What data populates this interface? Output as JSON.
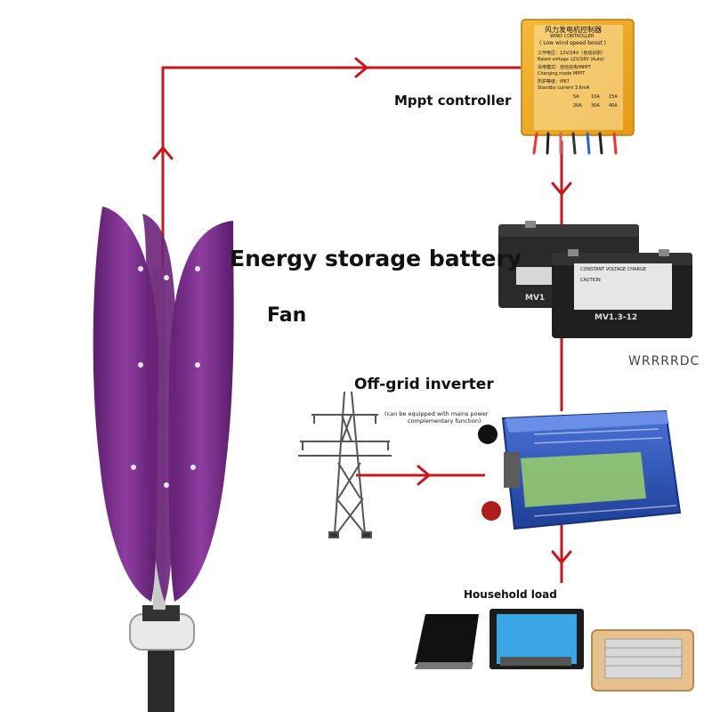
{
  "labels": {
    "controller": "Mppt controller",
    "battery": "Energy storage battery",
    "fan": "Fan",
    "inverter": "Off-grid inverter",
    "inverter_note_1": "(can be equipped with mains power",
    "inverter_note_2": "complementary function)",
    "load": "Household load"
  },
  "controller_panel": {
    "title_cn": "风力发电机控制器",
    "title_en": "WIND CONTROLLER",
    "subtitle": "( Low wind speed boost )",
    "line1": "工作电压：12V/24V（自动识别）",
    "line2": "Rated voltage 12V/24V (Auto)",
    "line3": "充电模式：自动充电/MPPT",
    "line4": "Charging mode MPPT",
    "line5": "防护等级：IP67",
    "line6": "Standby current 3.6mA",
    "amps": [
      "5A",
      "10A",
      "15A",
      "20A",
      "30A",
      "40A"
    ]
  },
  "battery_labels": {
    "model_front": "MV1.3-12",
    "model_back": "MV1",
    "header": "CONSTANT VOLTAGE CHARGE",
    "caution": "CAUTION"
  },
  "watermark": "WRRRRDC",
  "colors": {
    "arrow": "#c8161d",
    "turbine": "#7a2f86",
    "inverter": "#2f56b8",
    "controller": "#f0a81e",
    "battery": "#2a2a2a"
  }
}
